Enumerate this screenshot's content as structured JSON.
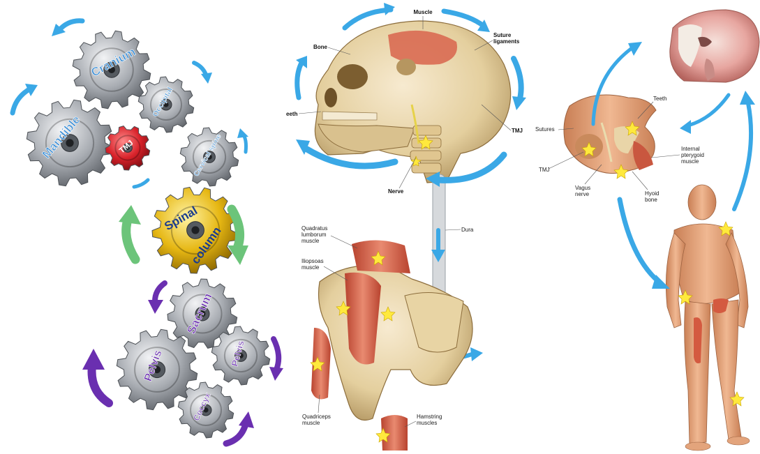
{
  "gears": {
    "cranium": "Cranium",
    "mandible": "Mandible",
    "occipital": "Occipital",
    "tmj": "TMJ",
    "cervical": "Cervical spine",
    "spinal_line1": "Spinal",
    "spinal_line2": "column",
    "sacrum": "Sacrum",
    "pelvis_left": "Pelvis",
    "pelvis_right": "Pelvis",
    "coccyx": "Coccyx"
  },
  "skull_labels": {
    "muscle": "Muscle",
    "suture_ligaments_1": "Suture",
    "suture_ligaments_2": "ligaments",
    "bone": "Bone",
    "teeth": "eeth",
    "tmj": "TMJ",
    "nerve": "Nerve",
    "dura": "Dura"
  },
  "pelvis_labels": {
    "quadratus_1": "Quadratus",
    "quadratus_2": "lumborum",
    "quadratus_3": "muscle",
    "iliopsoas_1": "Iliopsoas",
    "iliopsoas_2": "muscle",
    "quadriceps_1": "Quadriceps",
    "quadriceps_2": "muscle",
    "hamstring_1": "Hamstring",
    "hamstring_2": "muscles"
  },
  "head_labels": {
    "teeth": "Teeth",
    "sutures": "Sutures",
    "tmj": "TMJ",
    "vagus_1": "Vagus",
    "vagus_2": "nerve",
    "hyoid_1": "Hyoid",
    "hyoid_2": "bone",
    "pterygoid_1": "Internal",
    "pterygoid_2": "pterygoid",
    "pterygoid_3": "muscle"
  },
  "colors": {
    "arrow_blue": "#3aa8e6",
    "arrow_green": "#6cc47a",
    "arrow_purple": "#6a2fb0",
    "gear_silver": "#a9adb3",
    "gear_red": "#d8222a",
    "gear_gold": "#e6b713",
    "bone": "#e4cf9e",
    "muscle": "#d96a52",
    "skin": "#e7a57c"
  }
}
